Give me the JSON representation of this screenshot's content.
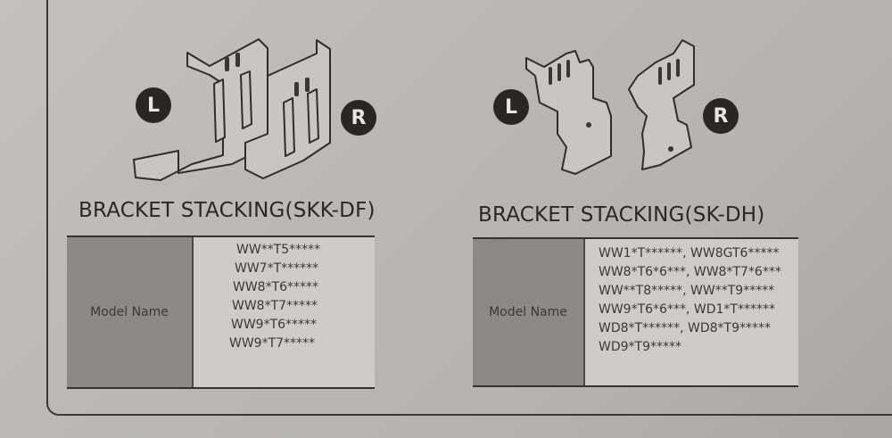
{
  "left_section": {
    "title": "BRACKET STACKING(SKK-DF)",
    "badge_left": "L",
    "badge_right": "R",
    "table": {
      "label": "Model Name",
      "models": [
        "WW**T5*****",
        "WW7*T******",
        "WW8*T6*****",
        "WW8*T7*****",
        "WW9*T6*****",
        "WW9*T7*****"
      ]
    }
  },
  "right_section": {
    "title": "BRACKET STACKING(SK-DH)",
    "badge_left": "L",
    "badge_right": "R",
    "table": {
      "label": "Model Name",
      "models": [
        "WW1*T******, WW8GT6*****",
        "WW8*T6*6***, WW8*T7*6***",
        "WW**T8*****, WW**T9*****",
        "WW9*T6*6***, WD1*T******",
        "WD8*T******, WD8*T9*****",
        "WD9*T9*****"
      ]
    }
  },
  "icons": {
    "left_bracket_pair": "skk-df-bracket-illustration",
    "right_bracket_pair": "sk-dh-bracket-illustration"
  }
}
